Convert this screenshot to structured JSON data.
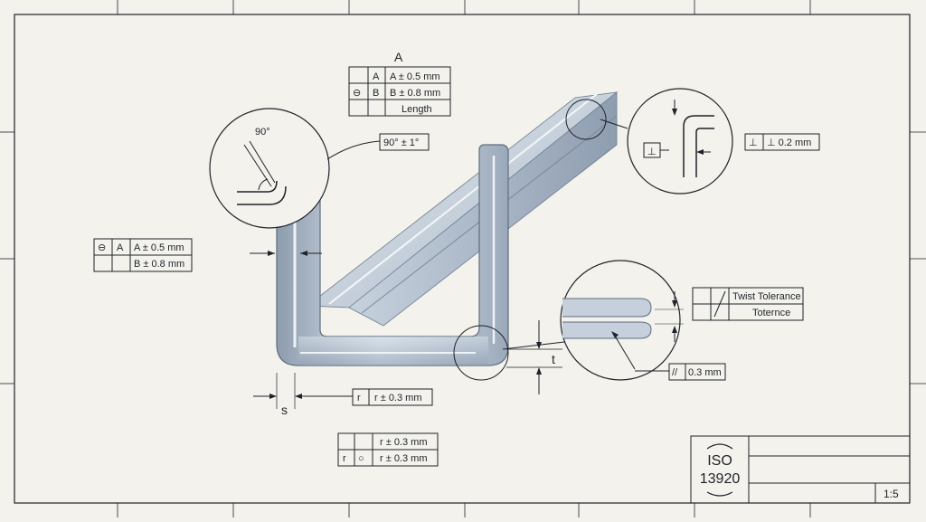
{
  "top_fcf": {
    "title": "A",
    "rows": [
      {
        "sym": "",
        "datum": "A",
        "value": "A ± 0.5 mm"
      },
      {
        "sym": "⊖",
        "datum": "B",
        "value": "B ± 0.8 mm"
      },
      {
        "sym": "",
        "datum": "",
        "value": "Length"
      }
    ]
  },
  "left_fcf": {
    "rows": [
      {
        "sym": "⊖",
        "datum": "A",
        "value": "A ± 0.5 mm"
      },
      {
        "sym": "",
        "datum": "",
        "value": "B ± 0.8 mm"
      }
    ]
  },
  "angle_callout": {
    "detail_label": "90°",
    "value": "90° ± 1°"
  },
  "perp_callout": {
    "sym": "⊥",
    "value": "⊥ 0.2 mm"
  },
  "twist_callout": {
    "row1": "Twist Tolerance",
    "row2": "Toternce"
  },
  "parallel_callout": {
    "sym": "//",
    "value": "0.3 mm"
  },
  "radius_callout": {
    "cell": "r",
    "value": "r ± 0.3 mm"
  },
  "bottom_fcf": {
    "rows": [
      {
        "a": "",
        "b": "",
        "value": "r ± 0.3 mm"
      },
      {
        "a": "r",
        "b": "○",
        "value": "r ± 0.3 mm"
      }
    ]
  },
  "dims": {
    "thickness": "t",
    "wall": "s"
  },
  "title_block": {
    "logo_line1": "ISO",
    "logo_line2": "13920",
    "scale": "1:5"
  },
  "colors": {
    "paper": "#f3f2ec",
    "ink": "#1f2229",
    "metal": "#b9c6d4"
  }
}
